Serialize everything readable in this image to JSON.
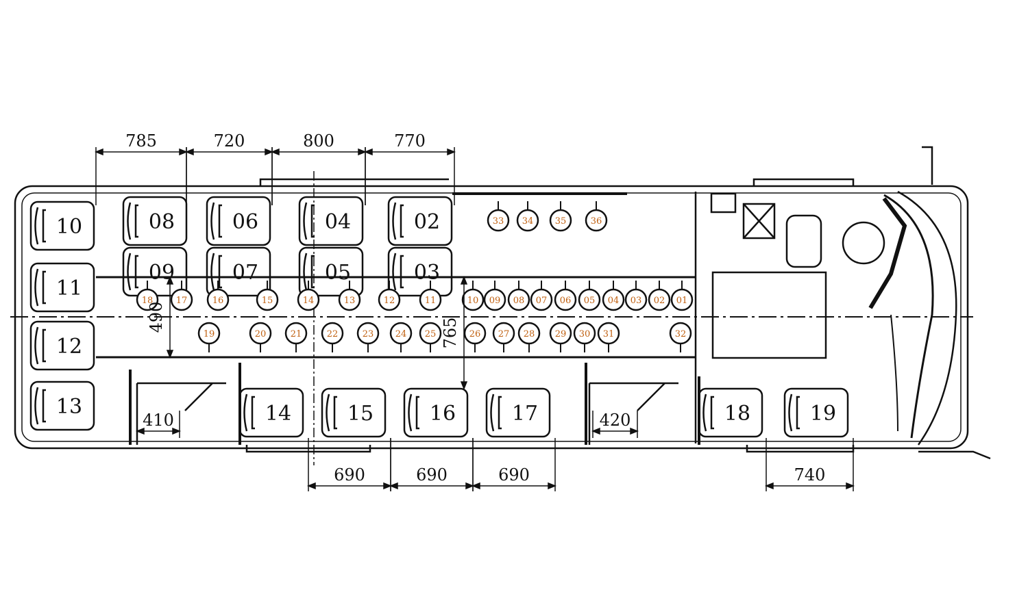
{
  "seats": {
    "rear": [
      "10",
      "11",
      "12",
      "13"
    ],
    "left_pairs": [
      [
        "08",
        "09"
      ],
      [
        "06",
        "07"
      ],
      [
        "04",
        "05"
      ],
      [
        "02",
        "03"
      ]
    ],
    "right_side": [
      "14",
      "15",
      "16",
      "17",
      "18",
      "19"
    ]
  },
  "standing_positions": {
    "upper_row": [
      "18",
      "17",
      "16",
      "15",
      "14",
      "13",
      "12",
      "11",
      "10",
      "09",
      "08",
      "07",
      "06",
      "05",
      "04",
      "03",
      "02",
      "01"
    ],
    "lower_row": [
      "19",
      "20",
      "21",
      "22",
      "23",
      "24",
      "25",
      "26",
      "27",
      "28",
      "29",
      "30",
      "31",
      "32"
    ],
    "front_group": [
      "33",
      "34",
      "35",
      "36"
    ]
  },
  "dimensions": {
    "top": [
      "785",
      "720",
      "800",
      "770"
    ],
    "bottom": [
      "690",
      "690",
      "690"
    ],
    "bottom_front": "740",
    "rear_door": "410",
    "middle_door": "420",
    "aisle_width": "490",
    "aisle_width_front": "765"
  },
  "colors": {
    "line": "#111111",
    "circle_text": "#c06010"
  }
}
